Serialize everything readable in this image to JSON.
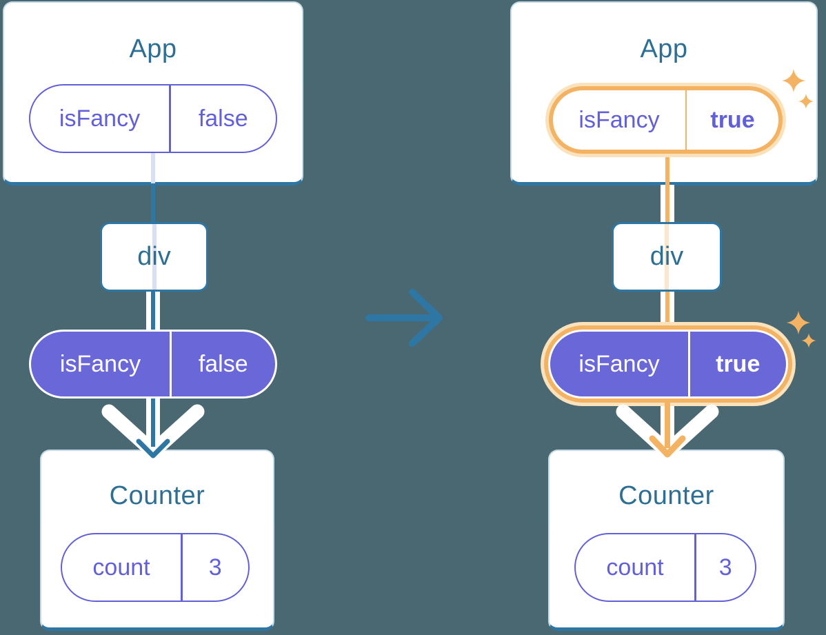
{
  "colors": {
    "background": "#4a6872",
    "card": "#ffffff",
    "line_blue": "#2e77a4",
    "heading_text": "#2d6f94",
    "purple": "#6260d8",
    "purple_pill_fill": "#6a67d8",
    "highlight_orange": "#f4b363",
    "highlight_orange_pale": "#fae3bc",
    "faint_blue_line": "#d9e0f4",
    "faint_orange_line": "#fbe8cc"
  },
  "before": {
    "app": {
      "title": "App",
      "prop": {
        "name": "isFancy",
        "value": "false"
      }
    },
    "div": {
      "label": "div"
    },
    "passed_prop": {
      "name": "isFancy",
      "value": "false"
    },
    "counter": {
      "title": "Counter",
      "state": {
        "name": "count",
        "value": "3"
      }
    }
  },
  "after": {
    "app": {
      "title": "App",
      "prop": {
        "name": "isFancy",
        "value": "true"
      }
    },
    "div": {
      "label": "div"
    },
    "passed_prop": {
      "name": "isFancy",
      "value": "true"
    },
    "counter": {
      "title": "Counter",
      "state": {
        "name": "count",
        "value": "3"
      }
    }
  },
  "icons": {
    "transition_arrow": "right-arrow",
    "sparkle": "4-point-star"
  }
}
